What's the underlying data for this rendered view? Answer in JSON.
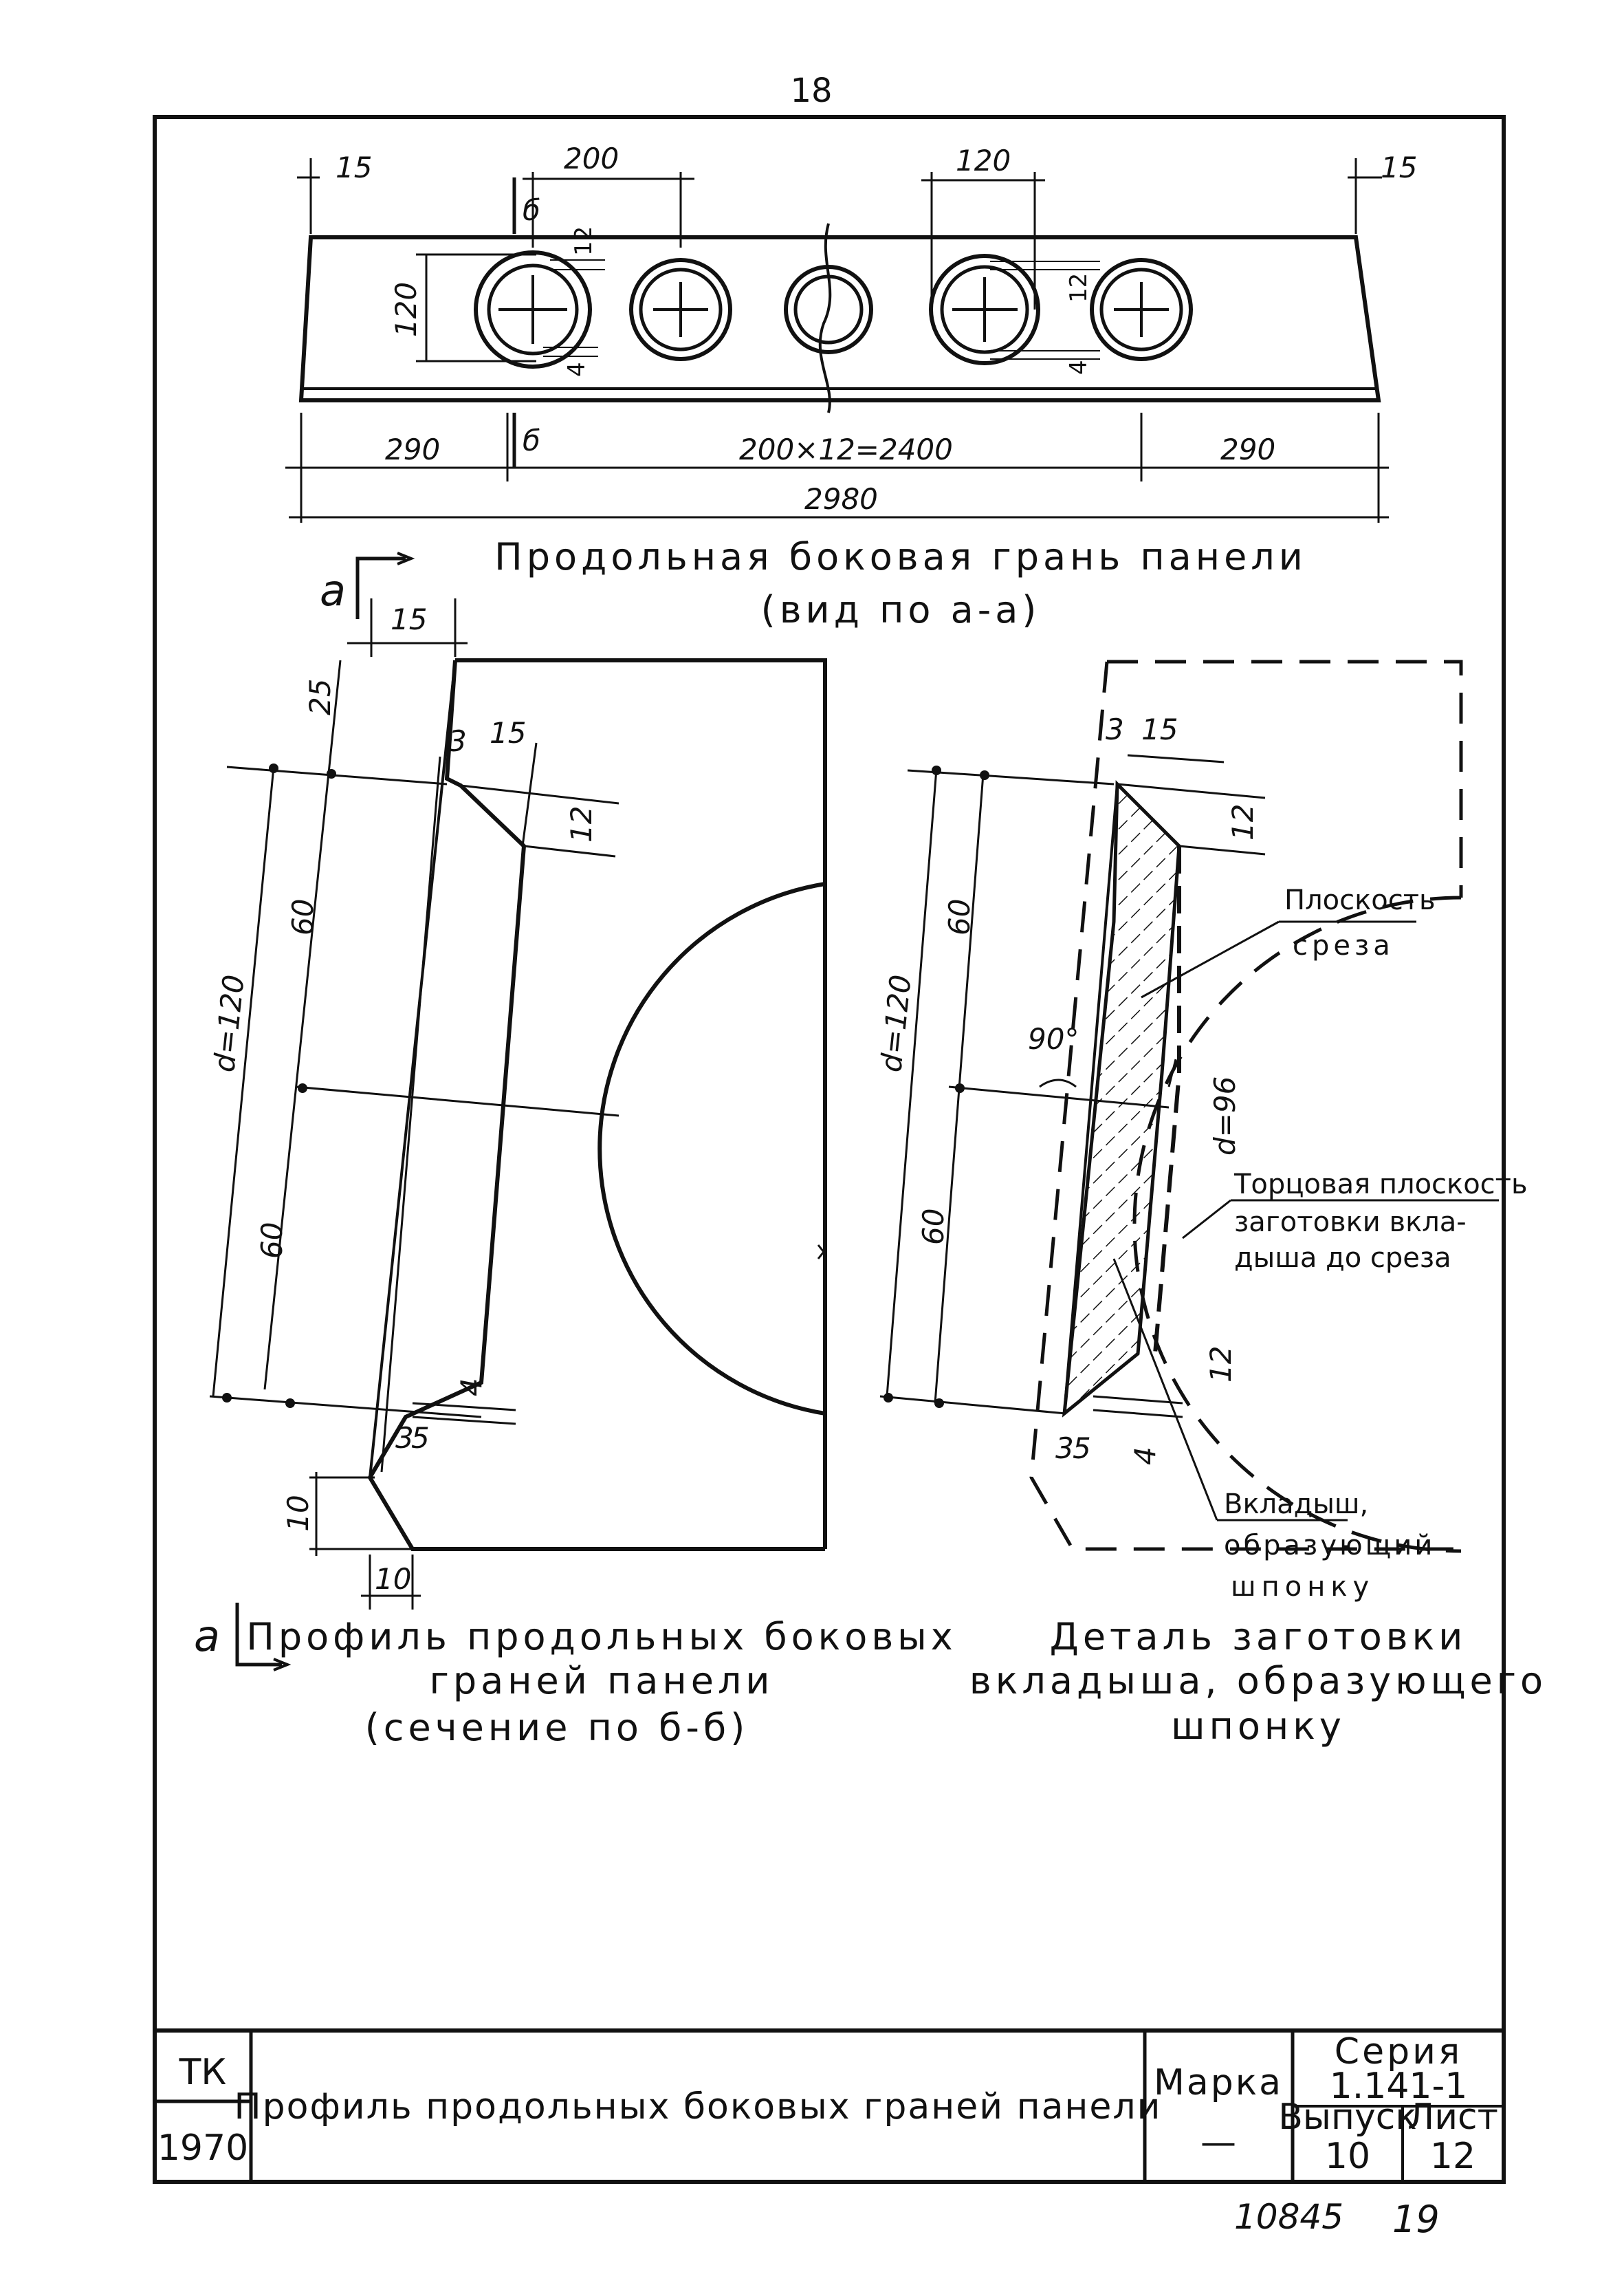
{
  "page_number": "18",
  "top_view": {
    "dims": {
      "left_edge": "15",
      "right_edge": "15",
      "hole_pitch": "200",
      "hole_dia_top": "120",
      "hole_dia_left": "120",
      "gap_top_a": "12",
      "gap_top_b": "12",
      "gap_bottom_a": "4",
      "gap_bottom_b": "4",
      "end_left": "290",
      "end_right": "290",
      "middle": "200×12=2400",
      "total": "2980"
    },
    "section_mark_top": "б",
    "section_mark_bottom": "б",
    "caption_line1": "Продольная боковая грань панели",
    "caption_line2": "(вид по а-а)"
  },
  "profile_view": {
    "view_mark_top": "а",
    "view_mark_bottom": "а",
    "dims": {
      "top_offset": "15",
      "top_gap": "25",
      "step_a": "3",
      "step_b": "15",
      "chamfer_top": "12",
      "half_upper": "60",
      "half_lower": "60",
      "diameter": "d=120",
      "chamfer_bottom": "4",
      "bottom_a": "3",
      "bottom_b": "5",
      "base_height": "10",
      "base_width": "10"
    },
    "caption_line1": "Профиль продольных боковых",
    "caption_line2": "граней панели",
    "caption_line3": "(сечение по б-б)"
  },
  "detail_view": {
    "dims": {
      "step_a": "3",
      "step_b": "15",
      "chamfer_top": "12",
      "half_upper": "60",
      "half_lower": "60",
      "diameter": "d=120",
      "inner_diameter": "d=96",
      "angle": "90°",
      "chamfer_bottom": "12",
      "bottom_a": "3",
      "bottom_b": "5",
      "bottom_c": "4"
    },
    "note_cut_line1": "Плоскость",
    "note_cut_line2": "среза",
    "note_end_line1": "Торцовая плоскость",
    "note_end_line2": "заготовки вкла-",
    "note_end_line3": "дыша до среза",
    "note_insert_line1": "Вкладыш,",
    "note_insert_line2": "образующий",
    "note_insert_line3": "шпонку",
    "caption_line1": "Деталь заготовки",
    "caption_line2": "вкладыша, образующего",
    "caption_line3": "шпонку"
  },
  "title_block": {
    "org": "ТК",
    "year": "1970",
    "title": "Профиль продольных боковых граней панели",
    "mark_label": "Марка",
    "mark_value": "—",
    "series_label": "Серия",
    "series_value": "1.141-1",
    "issue_label": "Выпуск",
    "issue_value": "10",
    "sheet_label": "Лист",
    "sheet_value": "12"
  },
  "footer": {
    "archive_number": "10845",
    "sheet_ref": "19"
  }
}
